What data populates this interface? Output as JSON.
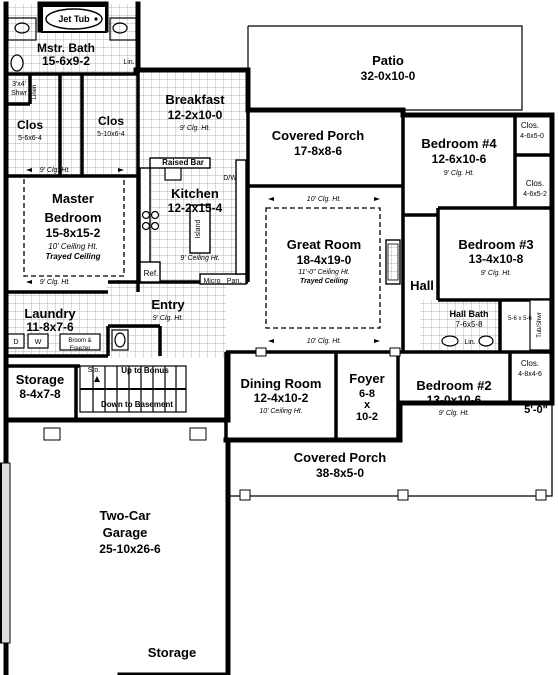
{
  "rooms": {
    "jet_tub": "Jet Tub",
    "master_bath": {
      "name": "Mstr. Bath",
      "size": "15-6x9-2"
    },
    "lin_master_bath": "Lin.",
    "linen_master": "Linen",
    "shower_master": {
      "size": "3'x4'",
      "name": "Shwr"
    },
    "clos_left": {
      "name": "Clos",
      "size": "5-6x6-4"
    },
    "clos_right": {
      "name": "Clos",
      "size": "5-10x6-4"
    },
    "breakfast": {
      "name": "Breakfast",
      "size": "12-2x10-0",
      "ceiling": "9' Clg. Ht."
    },
    "patio": {
      "name": "Patio",
      "size": "32-0x10-0"
    },
    "covered_porch_rear": {
      "name": "Covered Porch",
      "size": "17-8x8-6"
    },
    "bedroom4": {
      "name": "Bedroom #4",
      "size": "12-6x10-6",
      "ceiling": "9' Clg. Ht."
    },
    "clos_b4": {
      "name": "Clos.",
      "size": "4-6x5-0"
    },
    "clos_b3": {
      "name": "Clos.",
      "size": "4-6x5-2"
    },
    "raised_bar": "Raised Bar",
    "dw": "D/W",
    "kitchen": {
      "name": "Kitchen",
      "size": "12-2x15-4",
      "ceiling": "9' Ceiling Ht."
    },
    "island": "Island",
    "ref": "Ref.",
    "micro": "Micro",
    "pan": "Pan.",
    "master_bedroom": {
      "name1": "Master",
      "name2": "Bedroom",
      "size": "15-8x15-2",
      "ceiling": "10' Ceiling Ht.",
      "ceiling2": "Trayed Ceiling"
    },
    "clg_master_top": "9' Clg. Ht.",
    "clg_master_bottom": "9' Clg. Ht.",
    "clg_great_top": "10' Clg. Ht.",
    "clg_great_bottom": "10' Clg. Ht.",
    "great_room": {
      "name": "Great Room",
      "size": "18-4x19-0",
      "ceiling": "11'-0\" Ceiling Ht.",
      "ceiling2": "Trayed Ceiling"
    },
    "hall": "Hall",
    "bedroom3": {
      "name": "Bedroom #3",
      "size": "13-4x10-8",
      "ceiling": "9' Clg. Ht."
    },
    "hall_bath": {
      "name": "Hall Bath",
      "size": "7-6x5-8"
    },
    "lin_hall": "Lin.",
    "tub_shwr": "Tub/Shwr",
    "small_closet": "5-6 x 5-6",
    "laundry": {
      "name": "Laundry",
      "size": "11-8x7-6"
    },
    "d": "D",
    "w": "W",
    "broom": "Broom &",
    "freezer": "Freezer",
    "entry": {
      "name": "Entry",
      "ceiling": "9' Clg. Ht."
    },
    "storage_left": {
      "name": "Storage",
      "size": "8-4x7-8"
    },
    "sto": "Sto.",
    "up_bonus": "Up to Bonus",
    "down_basement": "Down to Basement",
    "dining": {
      "name": "Dining Room",
      "size": "12-4x10-2",
      "ceiling": "10' Ceiling Ht."
    },
    "foyer": {
      "name": "Foyer",
      "size1": "6-8",
      "x": "x",
      "size2": "10-2"
    },
    "bedroom2": {
      "name": "Bedroom #2",
      "size": "13-0x10-6",
      "ceiling": "9' Clg. Ht."
    },
    "clos_b2": {
      "name": "Clos.",
      "size": "4-8x4-6"
    },
    "dim_five": "5'-0\"",
    "covered_porch_front": {
      "name": "Covered Porch",
      "size": "38-8x5-0"
    },
    "garage": {
      "name1": "Two-Car",
      "name2": "Garage",
      "size": "25-10x26-6"
    },
    "storage_garage": "Storage"
  }
}
